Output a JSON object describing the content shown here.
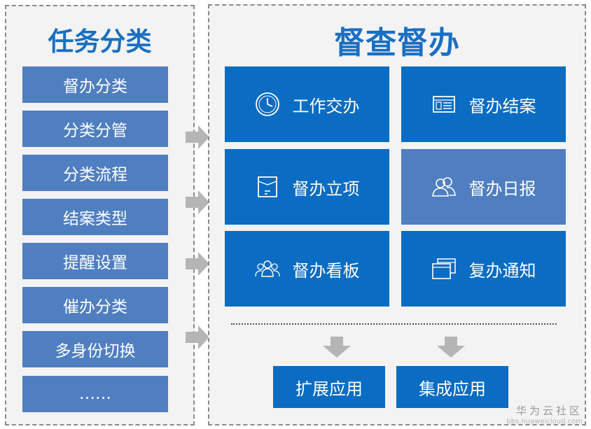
{
  "left_panel": {
    "title": "任务分类",
    "items": [
      "督办分类",
      "分类分管",
      "分类流程",
      "结案类型",
      "提醒设置",
      "催办分类",
      "多身份切换",
      "……"
    ]
  },
  "right_panel": {
    "title": "督查督办",
    "tiles": [
      {
        "label": "工作交办",
        "icon": "clock-icon"
      },
      {
        "label": "督办结案",
        "icon": "document-list-icon"
      },
      {
        "label": "督办立项",
        "icon": "folder-tag-icon"
      },
      {
        "label": "督办日报",
        "icon": "users-icon"
      },
      {
        "label": "督办看板",
        "icon": "team-icon"
      },
      {
        "label": "复办通知",
        "icon": "windows-stack-icon"
      }
    ],
    "apps": [
      "扩展应用",
      "集成应用"
    ]
  },
  "watermark": {
    "brand": "华为云社区",
    "url": "bbs.huaweicloud.com"
  },
  "colors": {
    "title_blue": "#1a6fc2",
    "tile_blue": "#0a6cc2",
    "tile_light_blue": "#4f7fc1",
    "arrow_gray": "#b5b5b5"
  }
}
